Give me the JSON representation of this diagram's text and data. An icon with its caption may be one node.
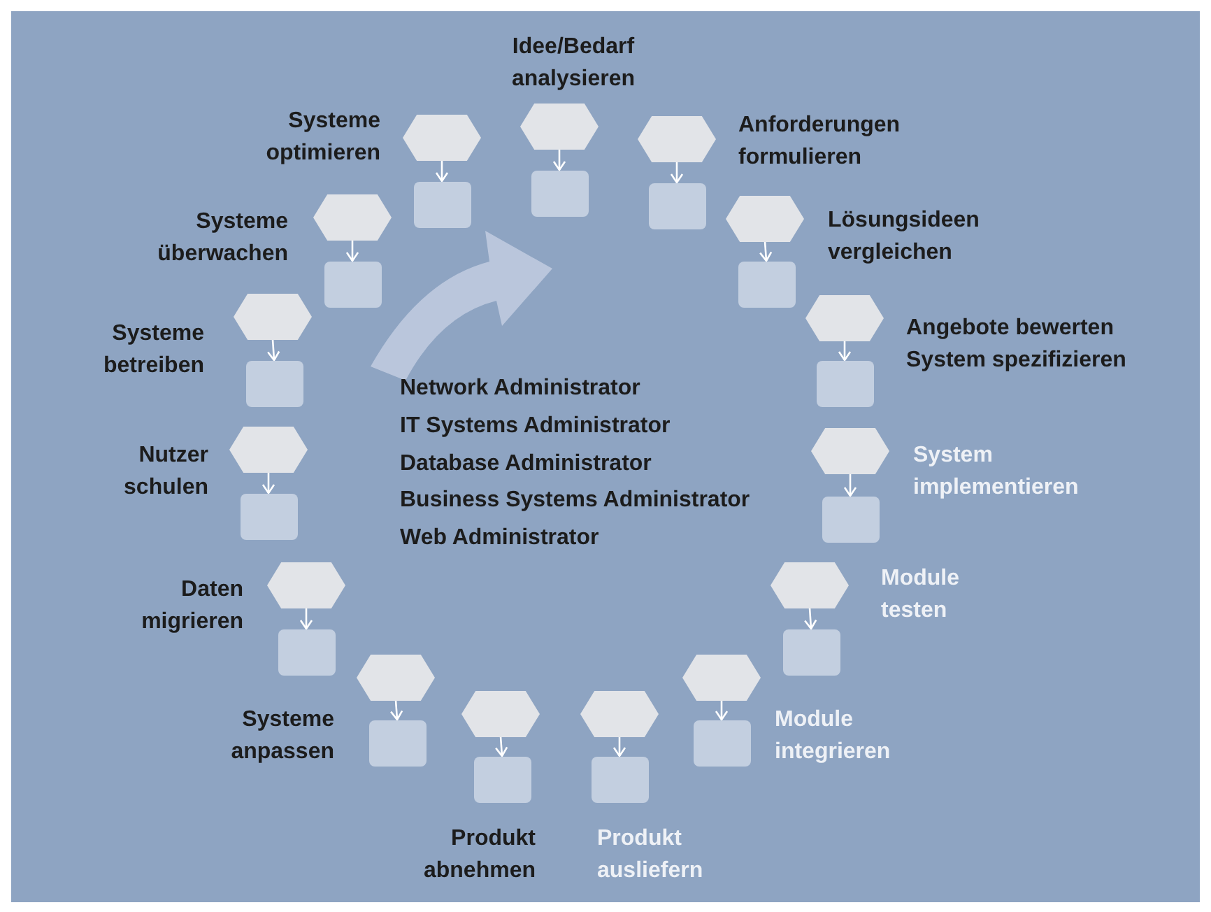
{
  "diagram": {
    "nodes": [
      {
        "text": [],
        "shape": "hexagon",
        "beside": [
          "Idee/Bedarf analysieren"
        ]
      },
      {
        "text": [],
        "shape": "box"
      },
      {
        "text": [],
        "shape": "hexagon",
        "beside": [
          "Anforderungen formulieren"
        ]
      },
      {
        "text": [],
        "shape": "box"
      },
      {
        "text": [],
        "shape": "hexagon",
        "beside": [
          "Lösungsideen vergleichen"
        ]
      },
      {
        "text": [],
        "shape": "box"
      },
      {
        "text": [],
        "shape": "hexagon",
        "beside": [
          "Angebote bewerten System spezifizieren"
        ]
      },
      {
        "text": [],
        "shape": "box"
      },
      {
        "text": [],
        "shape": "hexagon",
        "beside": [
          "System implementieren"
        ]
      },
      {
        "text": [],
        "shape": "box"
      },
      {
        "text": [],
        "shape": "hexagon",
        "beside": [
          "Module testen"
        ]
      },
      {
        "text": [],
        "shape": "box"
      },
      {
        "text": [],
        "shape": "hexagon",
        "beside": [
          "Module integrieren"
        ]
      },
      {
        "text": [],
        "shape": "box"
      },
      {
        "text": [],
        "shape": "hexagon"
      },
      {
        "text": [],
        "shape": "box",
        "beside": [
          "Produkt abnehmen"
        ]
      },
      {
        "text": [],
        "shape": "hexagon"
      },
      {
        "text": [],
        "shape": "box",
        "beside": [
          "Produkt ausliefern"
        ]
      },
      {
        "text": [],
        "shape": "hexagon",
        "beside": [
          "Systeme anpassen"
        ]
      },
      {
        "text": [],
        "shape": "box"
      },
      {
        "text": [],
        "shape": "hexagon",
        "beside": [
          "Daten migrieren"
        ]
      },
      {
        "text": [],
        "shape": "box"
      },
      {
        "text": [],
        "shape": "hexagon",
        "beside": [
          "Nutzer schulen"
        ]
      },
      {
        "text": [],
        "shape": "box"
      },
      {
        "text": [],
        "shape": "hexagon",
        "beside": [
          "Systeme betreiben"
        ]
      },
      {
        "text": [],
        "shape": "box"
      },
      {
        "text": [],
        "shape": "hexagon",
        "beside": [
          "Systeme überwachen"
        ]
      },
      {
        "text": [],
        "shape": "box"
      },
      {
        "text": [],
        "shape": "hexagon",
        "beside": [
          "Systeme optimieren"
        ]
      },
      {
        "text": [],
        "shape": "box"
      }
    ],
    "edges": [
      {
        "from": 0,
        "to": 1,
        "arrow": "to"
      },
      {
        "from": 2,
        "to": 3,
        "arrow": "to"
      },
      {
        "from": 4,
        "to": 5,
        "arrow": "to"
      },
      {
        "from": 6,
        "to": 7,
        "arrow": "to"
      },
      {
        "from": 8,
        "to": 9,
        "arrow": "to"
      },
      {
        "from": 10,
        "to": 11,
        "arrow": "to"
      },
      {
        "from": 12,
        "to": 13,
        "arrow": "to"
      },
      {
        "from": 14,
        "to": 15,
        "arrow": "to"
      },
      {
        "from": 16,
        "to": 17,
        "arrow": "to"
      },
      {
        "from": 18,
        "to": 19,
        "arrow": "to"
      },
      {
        "from": 20,
        "to": 21,
        "arrow": "to"
      },
      {
        "from": 22,
        "to": 23,
        "arrow": "to"
      },
      {
        "from": 24,
        "to": 25,
        "arrow": "to"
      },
      {
        "from": 26,
        "to": 27,
        "arrow": "to"
      },
      {
        "from": 28,
        "to": 29,
        "arrow": "to"
      }
    ],
    "labels": [
      "Network Administrator",
      "IT Systems Administrator",
      "Database Administrator",
      "Business Systems Administrator",
      "Web Administrator"
    ]
  }
}
